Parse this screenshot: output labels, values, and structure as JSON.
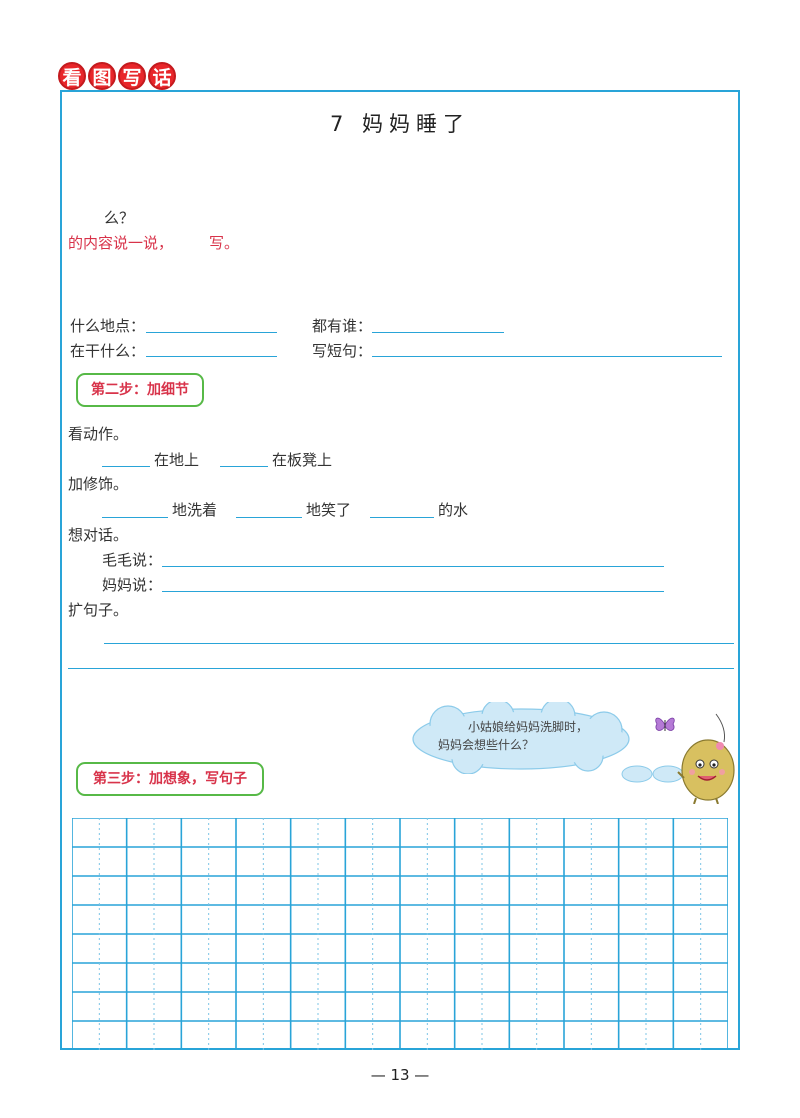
{
  "header": {
    "logo_chars": [
      "看",
      "图",
      "写",
      "话"
    ],
    "title": "7  妈妈睡了"
  },
  "step1": {
    "question_fragment": "么？",
    "instruction_red": "的内容说一说，",
    "instruction_tail": "写。",
    "labels": {
      "place": "什么地点：",
      "who": "都有谁：",
      "doing": "在干什么：",
      "short_sentence": "写短句："
    }
  },
  "step2": {
    "badge": "第二步：加细节",
    "look_action": "看动作。",
    "on_ground": "在地上",
    "on_bench": "在板凳上",
    "add_modifier": "加修饰。",
    "washing": "地洗着",
    "laughed": "地笑了",
    "water": "的水",
    "think_dialogue": "想对话。",
    "maomao_says": "毛毛说：",
    "mama_says": "妈妈说：",
    "expand": "扩句子。"
  },
  "step3": {
    "badge": "第三步：加想象，写句子",
    "cloud_line1": "小姑娘给妈妈洗脚时，",
    "cloud_line2": "妈妈会想些什么？"
  },
  "footer": {
    "page_number": "— 13 —"
  },
  "colors": {
    "frame": "#29a4d8",
    "red_text": "#d8334a",
    "badge_border": "#57b947",
    "logo_red": "#e8262a"
  }
}
